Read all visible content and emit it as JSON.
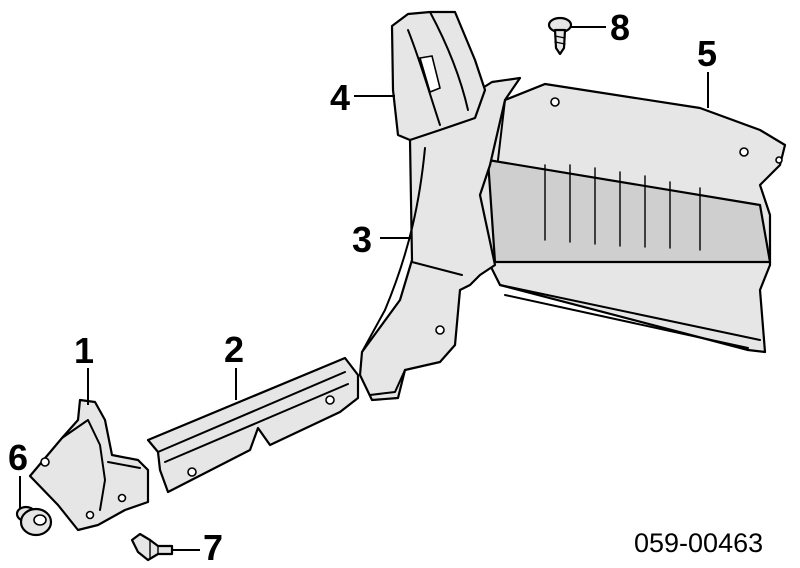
{
  "callouts": {
    "c1": "1",
    "c2": "2",
    "c3": "3",
    "c4": "4",
    "c5": "5",
    "c6": "6",
    "c7": "7",
    "c8": "8"
  },
  "reference_code": "059-00463"
}
